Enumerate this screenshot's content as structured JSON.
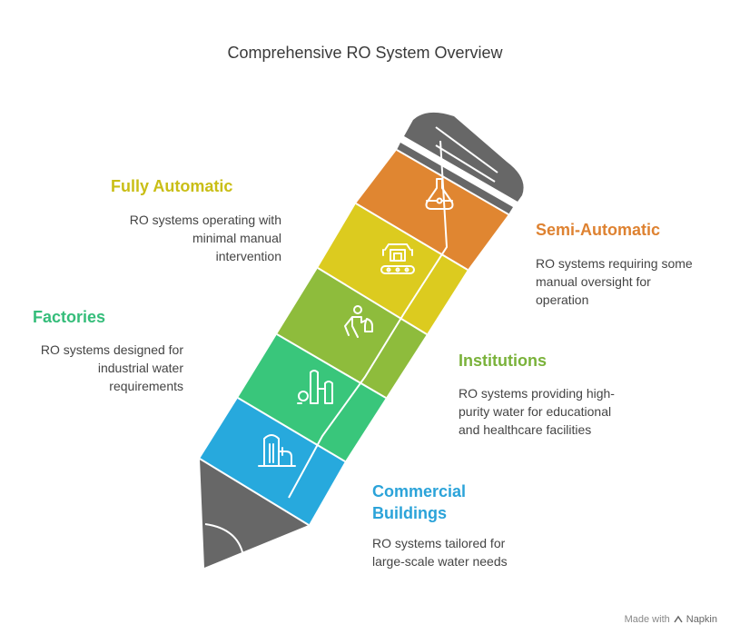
{
  "title": "Comprehensive RO System Overview",
  "colors": {
    "orange": "#E08631",
    "yellow": "#DCCB1F",
    "lime": "#8EBC3C",
    "green": "#39C67B",
    "blue": "#27A9DD",
    "gray": "#676767",
    "label_yellow": "#C9BE16",
    "label_orange": "#DE8231",
    "label_green": "#7AB23A",
    "label_teal": "#35BD7A",
    "label_blue": "#2BA3D9"
  },
  "items": [
    {
      "id": "fully-automatic",
      "label": "Fully Automatic",
      "description": [
        "RO systems operating with",
        "minimal manual",
        "intervention"
      ],
      "icon": "flask-icon"
    },
    {
      "id": "semi-automatic",
      "label": "Semi-Automatic",
      "description": [
        "RO systems requiring some",
        "manual oversight for",
        "operation"
      ],
      "icon": "robot-conveyor-icon"
    },
    {
      "id": "factories",
      "label": "Factories",
      "description": [
        "RO systems designed for",
        "industrial water",
        "requirements"
      ],
      "icon": "person-water-icon"
    },
    {
      "id": "institutions",
      "label": "Institutions",
      "description": [
        "RO systems providing high-",
        "purity water for educational",
        "and healthcare facilities"
      ],
      "icon": "industrial-tanks-icon"
    },
    {
      "id": "commercial-buildings",
      "label": "Commercial Buildings",
      "label_lines": [
        "Commercial",
        "Buildings"
      ],
      "description": [
        "RO systems tailored for",
        "large-scale water needs"
      ],
      "icon": "building-pipe-icon"
    }
  ],
  "watermark": {
    "prefix": "Made with",
    "brand": "Napkin"
  }
}
